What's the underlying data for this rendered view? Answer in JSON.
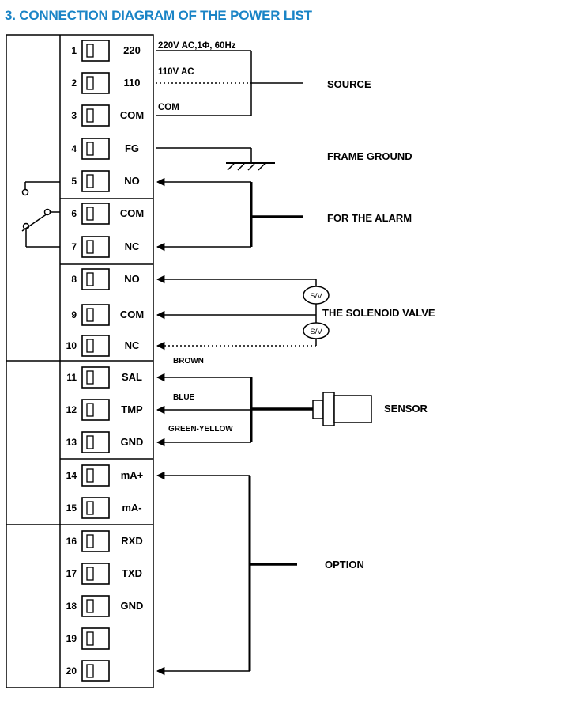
{
  "title": "3. CONNECTION DIAGRAM OF THE POWER LIST",
  "accent_color": "#1a84c6",
  "terminals": [
    {
      "num": "1",
      "label": "220"
    },
    {
      "num": "2",
      "label": "110"
    },
    {
      "num": "3",
      "label": "COM"
    },
    {
      "num": "4",
      "label": "FG"
    },
    {
      "num": "5",
      "label": "NO"
    },
    {
      "num": "6",
      "label": "COM"
    },
    {
      "num": "7",
      "label": "NC"
    },
    {
      "num": "8",
      "label": "NO"
    },
    {
      "num": "9",
      "label": "COM"
    },
    {
      "num": "10",
      "label": "NC"
    },
    {
      "num": "11",
      "label": "SAL"
    },
    {
      "num": "12",
      "label": "TMP"
    },
    {
      "num": "13",
      "label": "GND"
    },
    {
      "num": "14",
      "label": "mA+"
    },
    {
      "num": "15",
      "label": "mA-"
    },
    {
      "num": "16",
      "label": "RXD"
    },
    {
      "num": "17",
      "label": "TXD"
    },
    {
      "num": "18",
      "label": "GND"
    },
    {
      "num": "19",
      "label": ""
    },
    {
      "num": "20",
      "label": ""
    }
  ],
  "wire_labels": {
    "v220": "220V AC,1Φ, 60Hz",
    "v110": "110V AC",
    "com": "COM",
    "brown": "BROWN",
    "blue": "BLUE",
    "green_yellow": "GREEN-YELLOW",
    "sv_upper": "S/V",
    "sv_lower": "S/V"
  },
  "groups": {
    "source": "SOURCE",
    "frame_ground": "FRAME GROUND",
    "alarm": "FOR THE ALARM",
    "solenoid": "THE SOLENOID VALVE",
    "sensor": "SENSOR",
    "option": "OPTION"
  }
}
